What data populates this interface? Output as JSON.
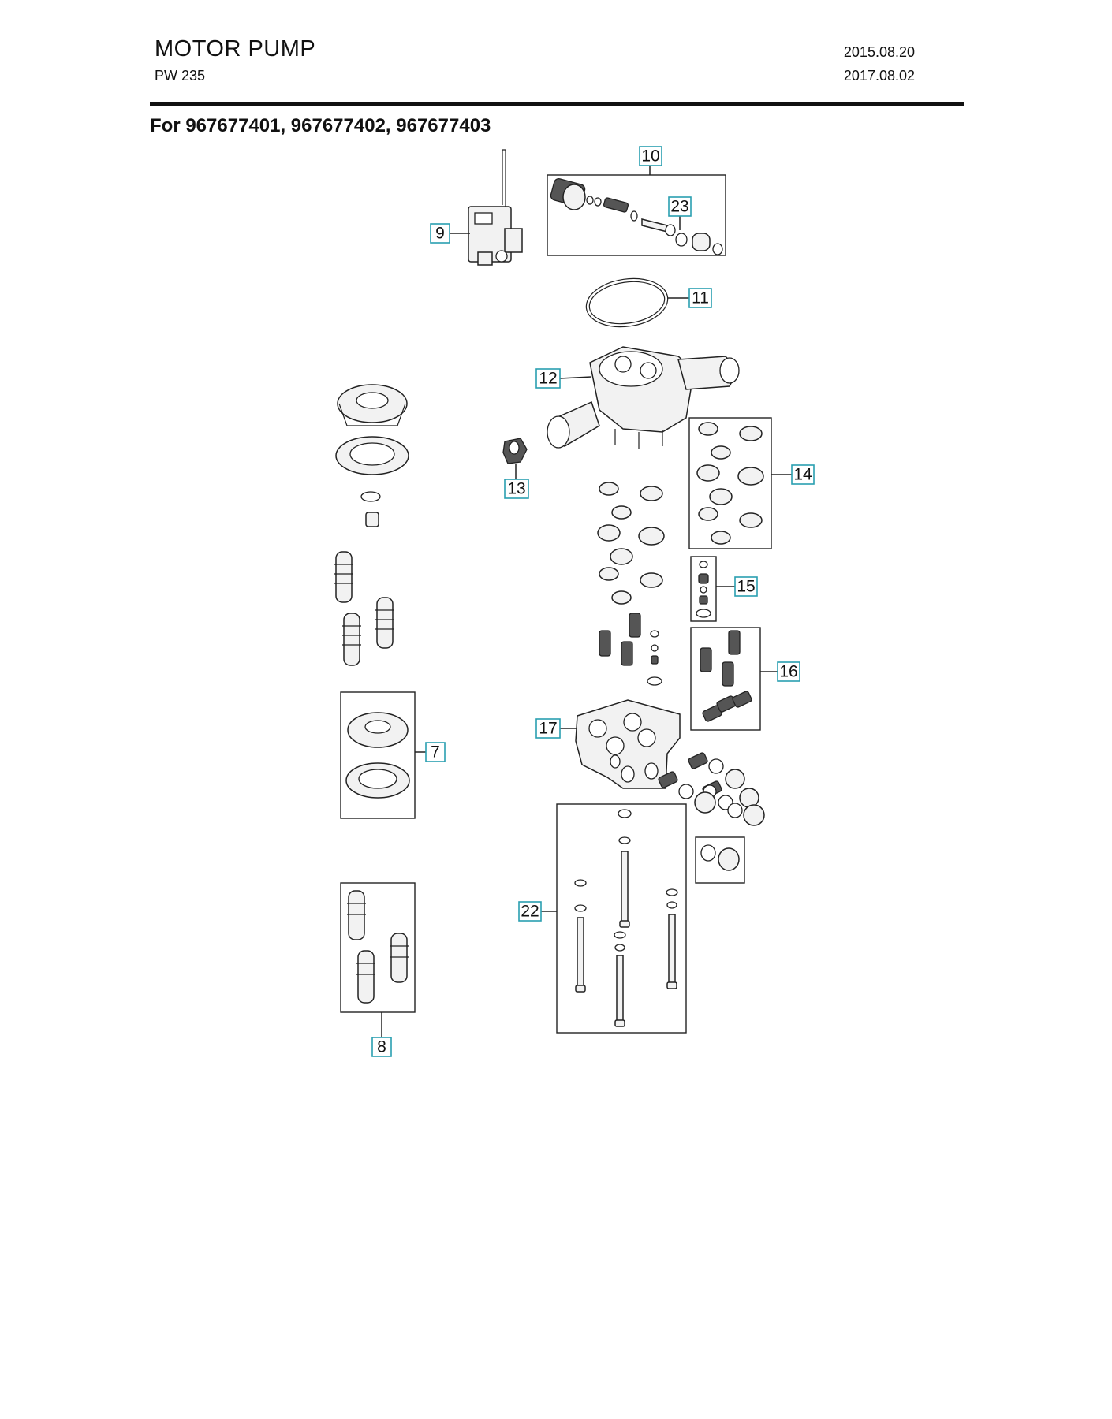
{
  "header": {
    "title": "MOTOR PUMP",
    "model": "PW 235",
    "date_created": "2015.08.20",
    "date_revised": "2017.08.02"
  },
  "applies_to": "For 967677401, 967677402, 967677403",
  "callouts": {
    "c7": "7",
    "c8": "8",
    "c9": "9",
    "c10": "10",
    "c11": "11",
    "c12": "12",
    "c13": "13",
    "c14": "14",
    "c15": "15",
    "c16": "16",
    "c17": "17",
    "c22": "22",
    "c23": "23"
  },
  "colors": {
    "callout_border": "#2a9fb0",
    "line": "#222222"
  }
}
